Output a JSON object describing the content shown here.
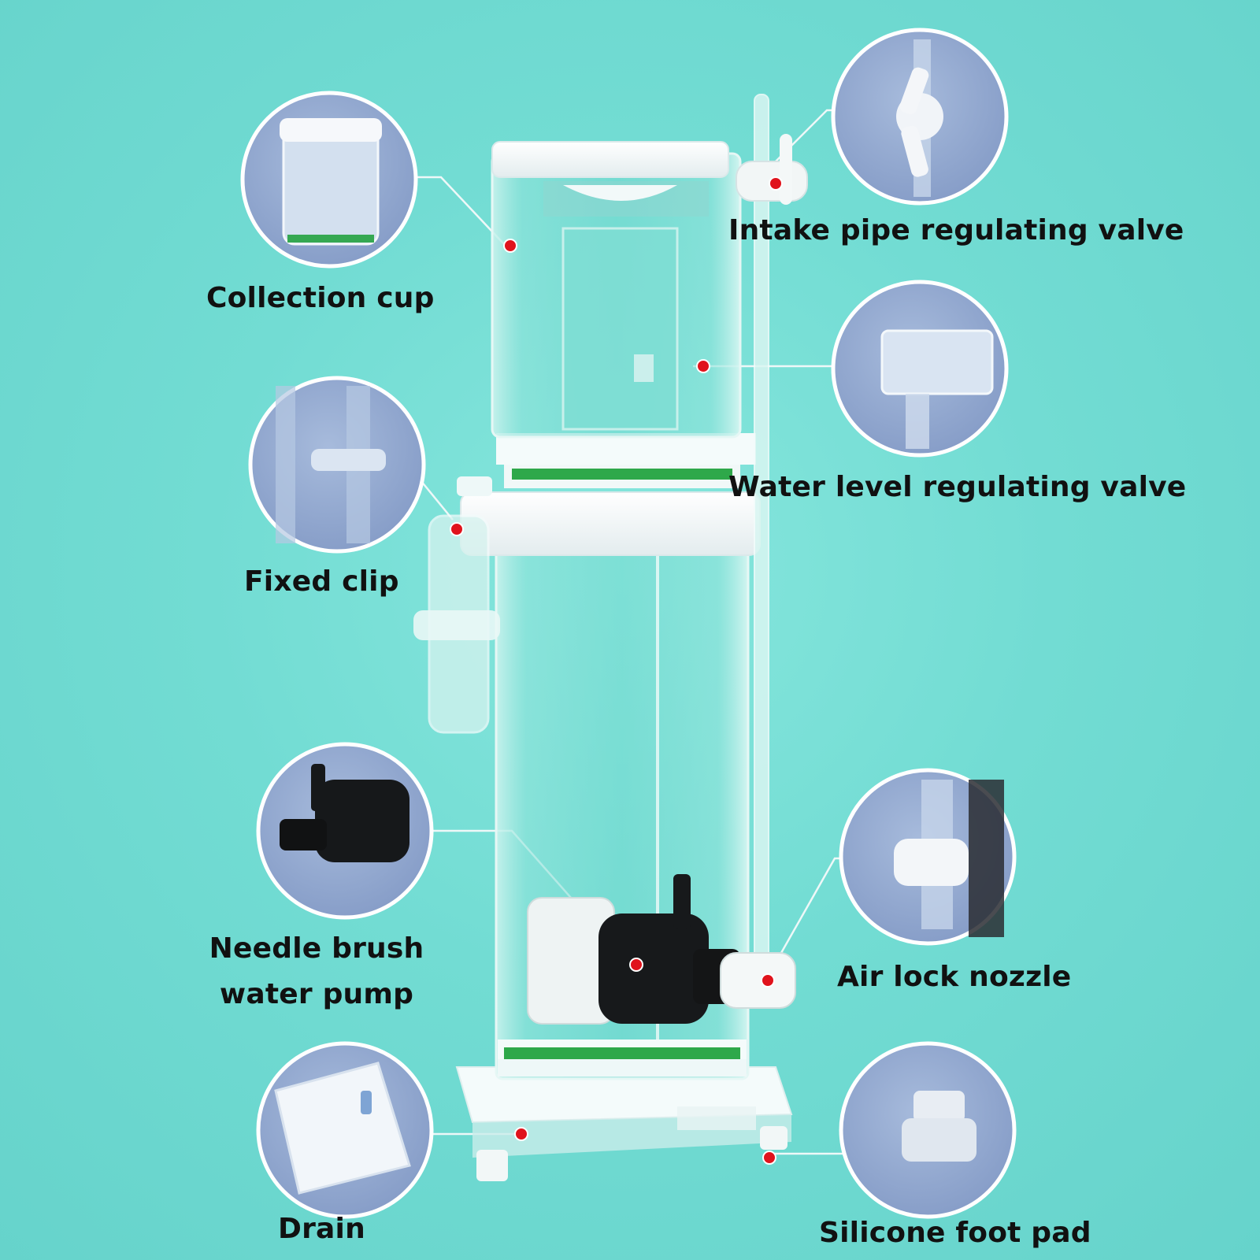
{
  "callouts": [
    {
      "id": "collection-cup",
      "text": "Collection cup"
    },
    {
      "id": "intake-valve",
      "text": "Intake pipe regulating valve"
    },
    {
      "id": "water-level-valve",
      "text": "Water level regulating valve"
    },
    {
      "id": "fixed-clip",
      "text": "Fixed clip"
    },
    {
      "id": "needle-pump",
      "lines": [
        "Needle brush",
        "water pump"
      ]
    },
    {
      "id": "air-lock",
      "text": "Air lock nozzle"
    },
    {
      "id": "drain",
      "text": "Drain"
    },
    {
      "id": "foot-pad",
      "text": "Silicone foot pad"
    }
  ],
  "colors": {
    "background": "#6fdad2",
    "detail_circle": "#8fa8cf",
    "marker": "#e0131c",
    "seal": "#2ea84a"
  }
}
